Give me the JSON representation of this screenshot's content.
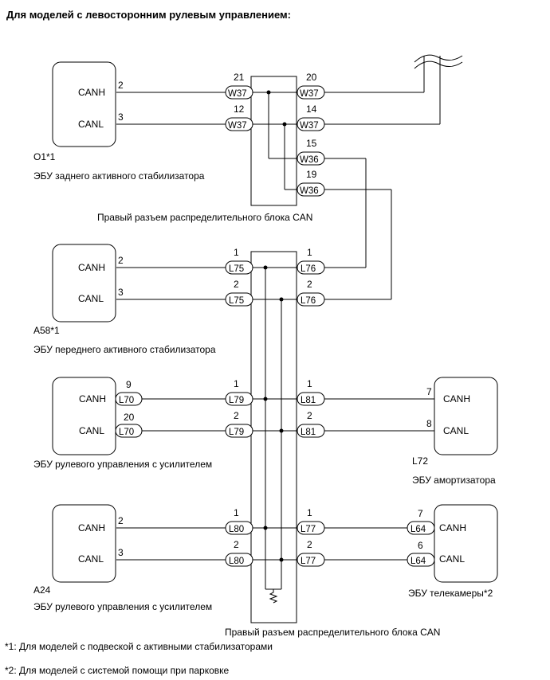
{
  "title": "Для моделей с левосторонним рулевым управлением:",
  "signals": {
    "canh": "CANH",
    "canl": "CANL"
  },
  "ecus": {
    "rear_stabilizer": {
      "code": "O1*1",
      "name": "ЭБУ заднего активного стабилизатора",
      "pin_h": "2",
      "pin_l": "3"
    },
    "front_stabilizer": {
      "code": "A58*1",
      "name": "ЭБУ переднего активного стабилизатора",
      "pin_h": "2",
      "pin_l": "3"
    },
    "power_steering_1": {
      "name": "ЭБУ рулевого управления с усилителем",
      "conn": "L70",
      "pin_h": "9",
      "pin_l": "20"
    },
    "power_steering_2": {
      "code": "A24",
      "name": "ЭБУ рулевого управления с усилителем",
      "pin_h": "2",
      "pin_l": "3"
    },
    "damper": {
      "code": "L72",
      "name": "ЭБУ амортизатора",
      "pin_h": "7",
      "pin_l": "8"
    },
    "tv_camera": {
      "name": "ЭБУ телекамеры*2",
      "conn": "L64",
      "pin_h": "7",
      "pin_l": "6"
    }
  },
  "junction_top": {
    "label": "Правый разъем распределительного блока CAN",
    "left": [
      {
        "pin": "21",
        "conn": "W37"
      },
      {
        "pin": "12",
        "conn": "W37"
      }
    ],
    "right": [
      {
        "pin": "20",
        "conn": "W37"
      },
      {
        "pin": "14",
        "conn": "W37"
      },
      {
        "pin": "15",
        "conn": "W36"
      },
      {
        "pin": "19",
        "conn": "W36"
      }
    ]
  },
  "junction_bottom": {
    "label": "Правый разъем распределительного блока CAN",
    "rows": [
      {
        "pin": "1",
        "left": "L75",
        "right": "L76"
      },
      {
        "pin": "2",
        "left": "L75",
        "right": "L76"
      },
      {
        "pin": "1",
        "left": "L79",
        "right": "L81"
      },
      {
        "pin": "2",
        "left": "L79",
        "right": "L81"
      },
      {
        "pin": "1",
        "left": "L80",
        "right": "L77"
      },
      {
        "pin": "2",
        "left": "L80",
        "right": "L77"
      }
    ]
  },
  "footnotes": [
    "*1: Для моделей с подвеской с активными стабилизаторами",
    "*2: Для моделей с системой помощи при парковке"
  ]
}
